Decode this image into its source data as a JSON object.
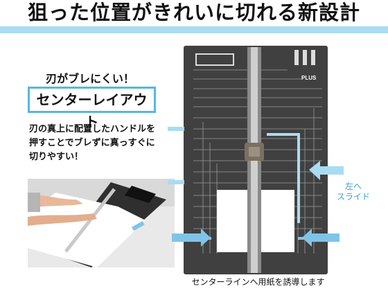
{
  "headline": "狙った位置がきれいに切れる新設計",
  "subheading": "刃がブレにくい！",
  "badge": "センターレイアウト",
  "description": [
    "刃の真上に配置したハンドルを",
    "押すことでブレずに真っすぐに",
    "切りやすい！"
  ],
  "brand_logo": "PLUS",
  "slide_label": [
    "左へ",
    "スライド"
  ],
  "caption": "センターラインへ用紙を誘導します",
  "colors": {
    "accent": "#a9dcf2",
    "badge_border": "#57b6e3",
    "slide_text": "#3aa0d8",
    "device": "#404040"
  }
}
